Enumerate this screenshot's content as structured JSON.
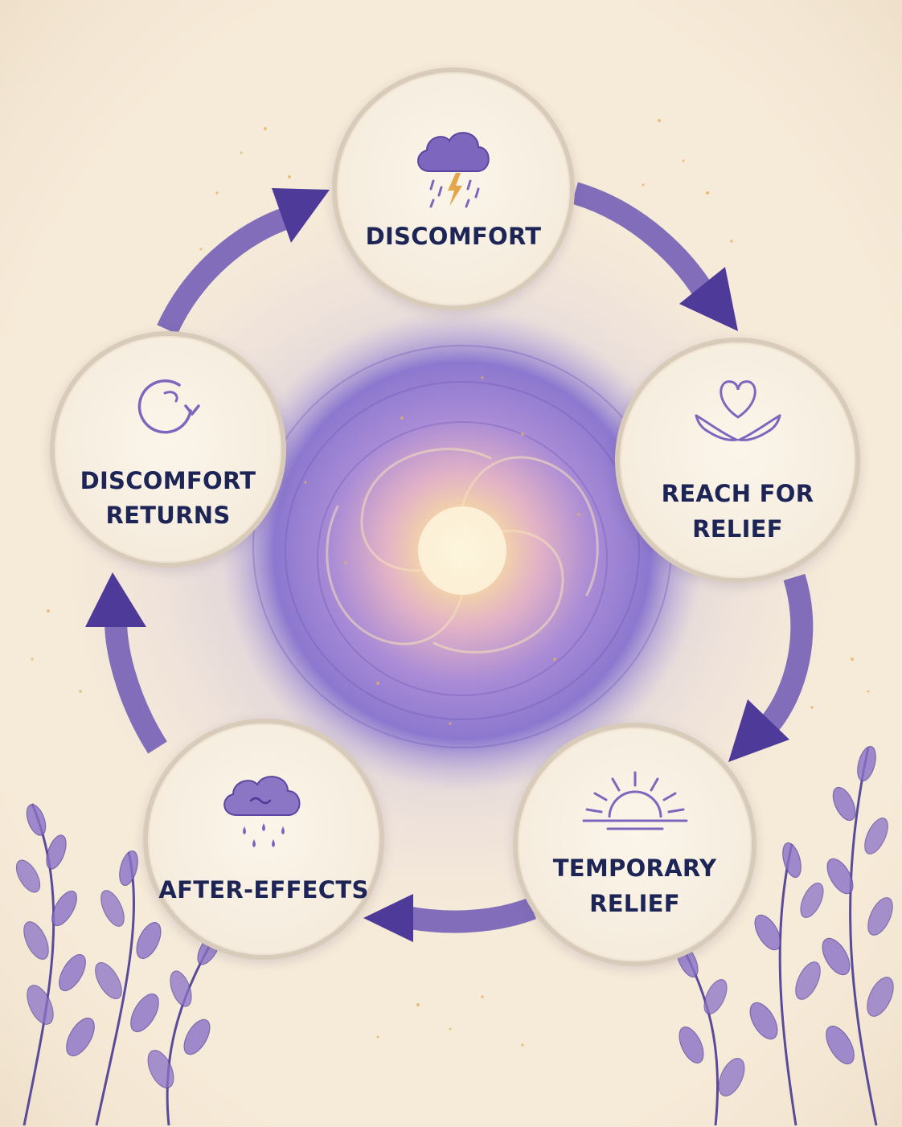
{
  "title": "",
  "colors": {
    "background": "#f6ead8",
    "accent_purple": "#5f48a8",
    "label_navy": "#1d2456",
    "node_border": "#d9cbb9",
    "gold_speckle": "#e0b261"
  },
  "nodes": [
    {
      "id": "discomfort",
      "label_lines": [
        "DISCOMFORT"
      ],
      "icon": "storm-cloud-lightning-icon"
    },
    {
      "id": "reach",
      "label_lines": [
        "REACH FOR",
        "RELIEF"
      ],
      "icon": "heart-in-hands-icon"
    },
    {
      "id": "temp",
      "label_lines": [
        "TEMPORARY",
        "RELIEF"
      ],
      "icon": "sunrise-icon"
    },
    {
      "id": "after",
      "label_lines": [
        "AFTER-EFFECTS"
      ],
      "icon": "rain-cloud-icon"
    },
    {
      "id": "returns",
      "label_lines": [
        "DISCOMFORT",
        "RETURNS"
      ],
      "icon": "circular-arrow-icon"
    }
  ],
  "edges": [
    {
      "from": "discomfort",
      "to": "reach"
    },
    {
      "from": "reach",
      "to": "temp"
    },
    {
      "from": "temp",
      "to": "after"
    },
    {
      "from": "after",
      "to": "returns"
    },
    {
      "from": "returns",
      "to": "discomfort"
    }
  ]
}
